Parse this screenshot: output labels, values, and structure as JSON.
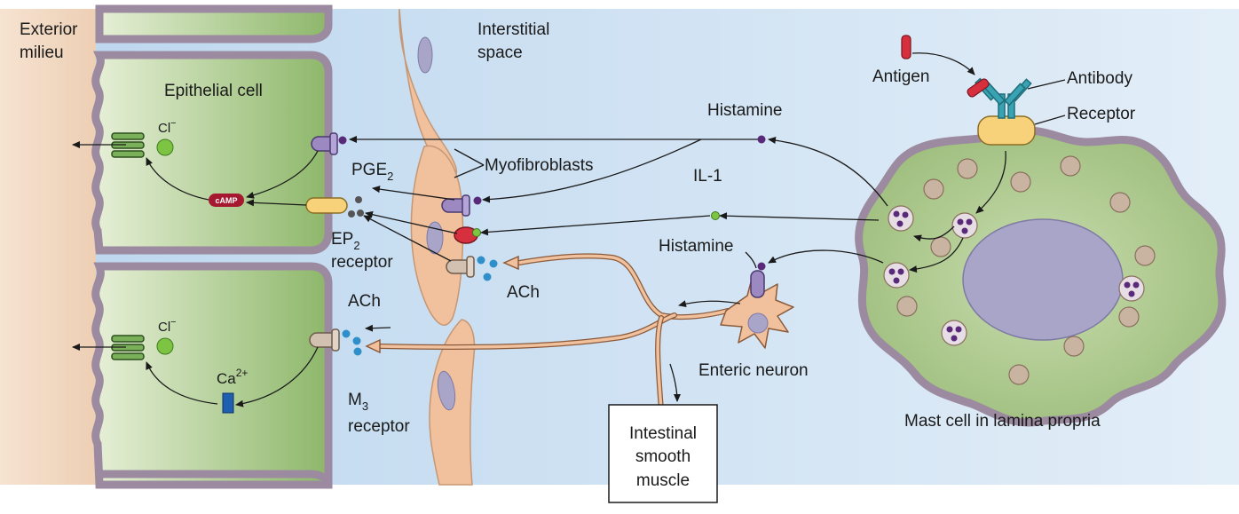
{
  "labels": {
    "exterior_1": "Exterior",
    "exterior_2": "milieu",
    "interstitial_1": "Interstitial",
    "interstitial_2": "space",
    "epithelial_cell": "Epithelial cell",
    "chloride_top": "Cl",
    "chloride_bottom": "Cl",
    "chloride_sup": "−",
    "camp": "cAMP",
    "pge": "PGE",
    "pge_sub": "2",
    "ep": "EP",
    "ep_sub": "2",
    "ep_receptor": "receptor",
    "myofibroblasts": "Myofibroblasts",
    "histamine_top": "Histamine",
    "il1": "IL-1",
    "histamine_mid": "Histamine",
    "ach_left": "ACh",
    "ach_right": "ACh",
    "calcium": "Ca",
    "calcium_sup": "2+",
    "m": "M",
    "m_sub": "3",
    "m_receptor": "receptor",
    "enteric_neuron": "Enteric neuron",
    "antigen": "Antigen",
    "antibody": "Antibody",
    "receptor": "Receptor",
    "mast_cell": "Mast cell in lamina propria",
    "muscle_1": "Intestinal",
    "muscle_2": "smooth",
    "muscle_3": "muscle"
  },
  "colors": {
    "exterior_bg": "#f3dcc6",
    "interstitial_bg": "#cfe2f3",
    "cell_green": "#b9d19a",
    "membrane": "#9c8aa0",
    "fibroblast": "#f1c09c",
    "nucleus": "#a9a5c9",
    "purple_receptor": "#9c89c2",
    "camp_red": "#a5182f",
    "granule_purple": "#5a2a7a",
    "il1_green": "#7cc441",
    "ach_blue": "#2f8fc9",
    "antibody_teal": "#3aa3b3",
    "receptor_yellow": "#f7d27a",
    "antigen_red": "#d6303f",
    "calcium_blue": "#1e5fb0"
  }
}
